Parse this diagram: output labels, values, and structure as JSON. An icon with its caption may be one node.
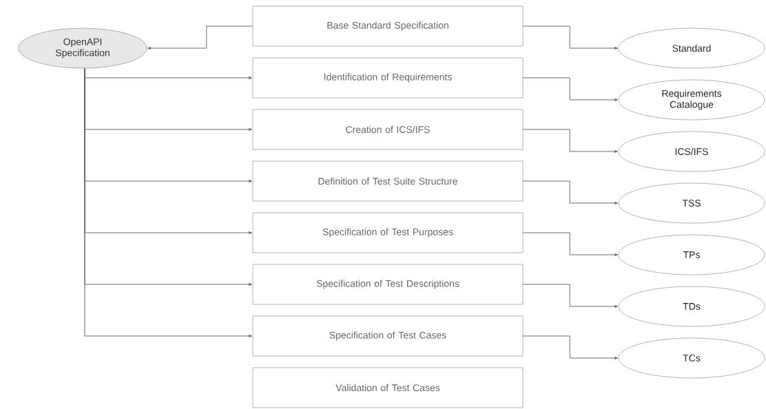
{
  "diagram": {
    "nodes": [
      {
        "text": [
          "OpenAPI Specification"
        ]
      },
      {
        "text": [
          "Base Standard Specification"
        ]
      },
      {
        "text": [
          "Identification of Requirements"
        ]
      },
      {
        "text": [
          "Creation of ICS/IFS"
        ]
      },
      {
        "text": [
          "Definition of Test Suite Structure"
        ]
      },
      {
        "text": [
          "Specification of Test Purposes"
        ]
      },
      {
        "text": [
          "Specification of Test Descriptions"
        ]
      },
      {
        "text": [
          "Specification of Test Cases"
        ]
      },
      {
        "text": [
          "Validation of Test Cases"
        ]
      },
      {
        "text": [
          "Standard"
        ]
      },
      {
        "text": [
          "Requirements Catalogue"
        ]
      },
      {
        "text": [
          "ICS/IFS"
        ]
      },
      {
        "text": [
          "TSS"
        ]
      },
      {
        "text": [
          "TPs"
        ]
      },
      {
        "text": [
          "TDs"
        ]
      },
      {
        "text": [
          "TCs"
        ]
      }
    ],
    "edges": [
      {
        "from": 1,
        "to": 0,
        "arrow": "to"
      },
      {
        "from": 0,
        "to": 2,
        "arrow": "to"
      },
      {
        "from": 0,
        "to": 3,
        "arrow": "to"
      },
      {
        "from": 0,
        "to": 4,
        "arrow": "to"
      },
      {
        "from": 0,
        "to": 5,
        "arrow": "to"
      },
      {
        "from": 0,
        "to": 6,
        "arrow": "to"
      },
      {
        "from": 0,
        "to": 7,
        "arrow": "to"
      },
      {
        "from": 1,
        "to": 9,
        "arrow": "to"
      },
      {
        "from": 2,
        "to": 10,
        "arrow": "to"
      },
      {
        "from": 3,
        "to": 11,
        "arrow": "to"
      },
      {
        "from": 4,
        "to": 12,
        "arrow": "to"
      },
      {
        "from": 5,
        "to": 13,
        "arrow": "to"
      },
      {
        "from": 6,
        "to": 14,
        "arrow": "to"
      },
      {
        "from": 7,
        "to": 15,
        "arrow": "to"
      }
    ]
  }
}
